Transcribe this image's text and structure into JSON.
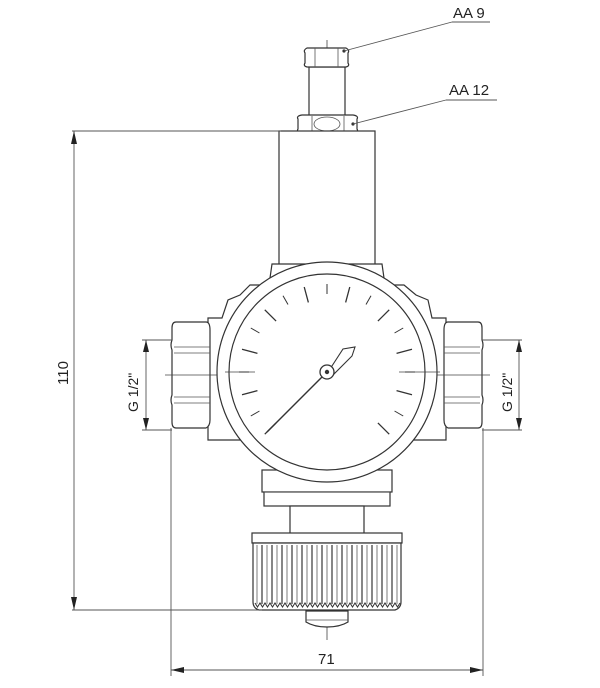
{
  "drawing": {
    "type": "technical-drawing",
    "subject": "pressure reducing valve with gauge (front view)",
    "line_color": "#333333",
    "background": "#ffffff"
  },
  "callouts": {
    "top_nut": {
      "label": "AA 9"
    },
    "lock_nut": {
      "label": "AA 12"
    }
  },
  "dimensions": {
    "height": {
      "value": "110",
      "orientation": "vertical"
    },
    "width": {
      "value": "71",
      "orientation": "horizontal"
    },
    "inlet_thread": {
      "value": "G 1/2\"",
      "side": "left"
    },
    "outlet_thread": {
      "value": "G 1/2\"",
      "side": "right"
    }
  },
  "gauge": {
    "tick_count": 19,
    "needle_angle_deg": 225
  }
}
